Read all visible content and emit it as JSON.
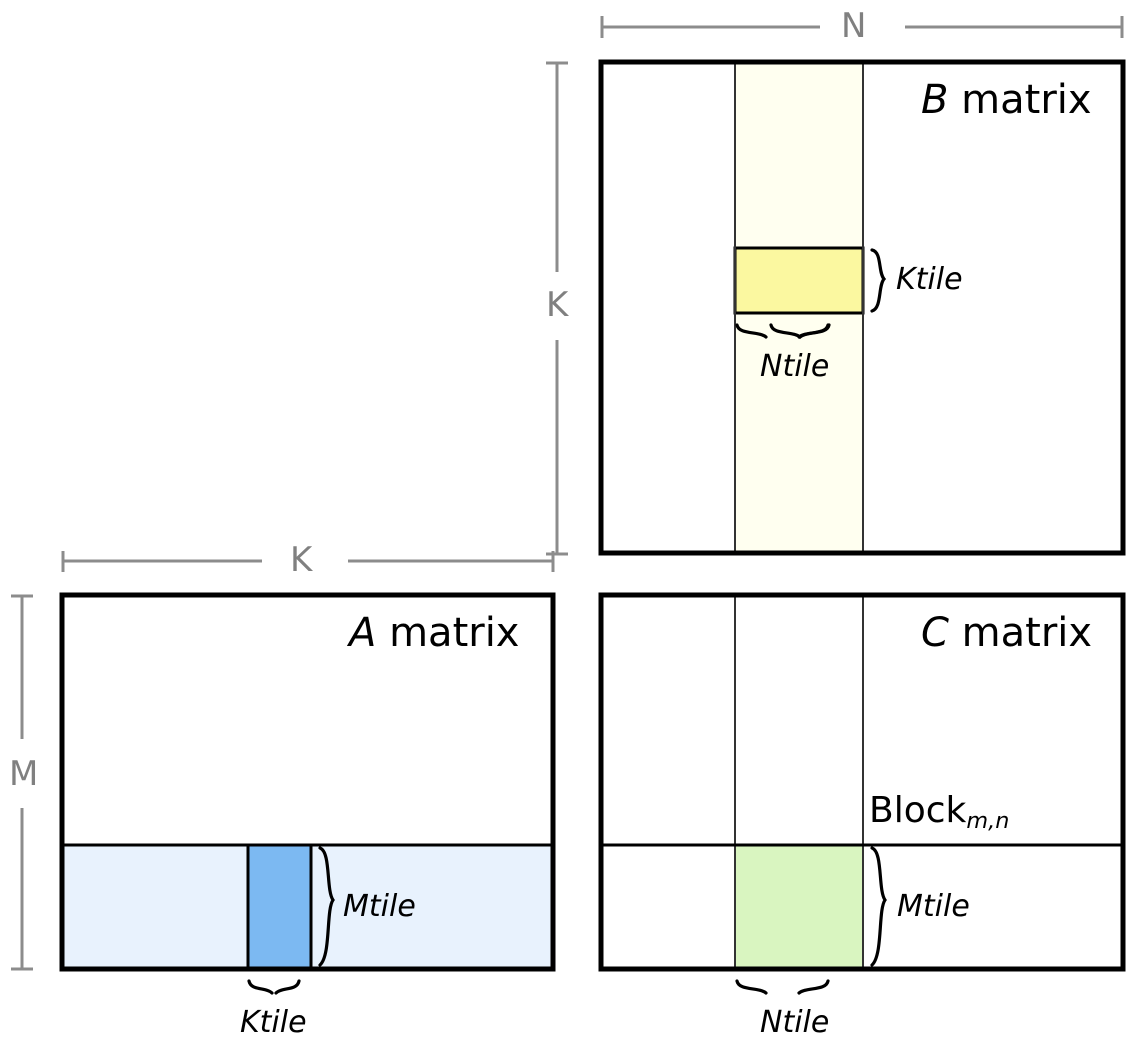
{
  "diagram": {
    "title_semantics": "blocked-matrix-multiply-tiling",
    "dimensions": {
      "n_label": "N",
      "k_top_label": "K",
      "k_left_label": "K",
      "m_label": "M"
    },
    "matrices": {
      "b": {
        "name_italic": "B",
        "name_rest": " matrix",
        "fill": "#ffffff",
        "column_stripe_fill": "#fffff0",
        "tile_fill": "#fbf8a0",
        "tile_labels": {
          "vertical": "Ktile",
          "horizontal": "Ntile"
        }
      },
      "a": {
        "name_italic": "A",
        "name_rest": " matrix",
        "fill": "#ffffff",
        "row_stripe_fill": "#e8f2fd",
        "tile_fill": "#7cb9f2",
        "tile_labels": {
          "vertical": "Mtile",
          "horizontal": "Ktile"
        }
      },
      "c": {
        "name_italic": "C",
        "name_rest": " matrix",
        "fill": "#ffffff",
        "tile_fill": "#d9f5c0",
        "block_label_text": "Block",
        "block_label_sub": "m,n",
        "tile_labels": {
          "vertical": "Mtile",
          "horizontal": "Ntile"
        }
      }
    },
    "colors": {
      "outline": "#000000",
      "grid_line": "#333333",
      "ruler": "#8c8c8c"
    }
  }
}
